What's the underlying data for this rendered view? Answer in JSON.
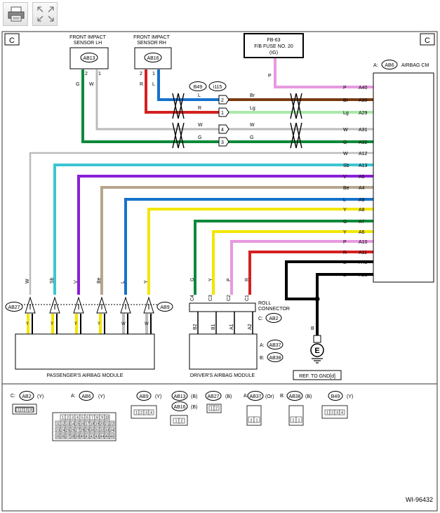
{
  "toolbar": {
    "print_icon": "printer-icon",
    "expand_icon": "expand-icon"
  },
  "corner_left": "C",
  "corner_right": "C",
  "sensor_lh": {
    "line1": "FRONT IMPACT",
    "line2": "SENSOR LH",
    "connector": "AB13"
  },
  "sensor_rh": {
    "line1": "FRONT IMPACT",
    "line2": "SENSOR RH",
    "connector": "AB16"
  },
  "fuse": {
    "line1": "FB-63",
    "line2": "F/B FUSE NO. 20",
    "line3": "(IG)"
  },
  "cm": {
    "prefix": "A:",
    "connector": "AB6",
    "name": "AIRBAG CM"
  },
  "joint": {
    "a": "B49",
    "b": "i115"
  },
  "cm_pins": {
    "A40": {
      "pin": "A40",
      "color": "P"
    },
    "A30": {
      "pin": "A30",
      "color": "Br"
    },
    "A29": {
      "pin": "A29",
      "color": "Lg"
    },
    "A31": {
      "pin": "A31",
      "color": "W"
    },
    "A32": {
      "pin": "A32",
      "color": "G"
    },
    "A12": {
      "pin": "A12",
      "color": "W"
    },
    "A13": {
      "pin": "A13",
      "color": "Sb"
    },
    "A5": {
      "pin": "A5",
      "color": "V"
    },
    "A4": {
      "pin": "A4",
      "color": "Be"
    },
    "A9": {
      "pin": "A9",
      "color": "L"
    },
    "A8": {
      "pin": "A8",
      "color": "Y"
    },
    "A7": {
      "pin": "A7",
      "color": "G"
    },
    "A6": {
      "pin": "A6",
      "color": "Y"
    },
    "A10": {
      "pin": "A10",
      "color": "P"
    },
    "A11": {
      "pin": "A11",
      "color": "R"
    },
    "A43": {
      "pin": "A43",
      "color": "B"
    },
    "A33": {
      "pin": "A33",
      "color": "B"
    }
  },
  "sensor_pins": {
    "lh1": "1",
    "lh2": "2",
    "rh1": "1",
    "rh2": "2",
    "lh_g": "G",
    "lh_w": "W",
    "rh_r": "R",
    "rh_l": "L",
    "fuse_p": "P"
  },
  "joint_labels": {
    "l": "L",
    "r": "R",
    "w": "W",
    "g": "G",
    "br": "Br",
    "lg": "Lg",
    "w2": "W",
    "g2": "G",
    "p1": "2",
    "p2": "1",
    "p3": "4",
    "p4": "3"
  },
  "pass_wire_labels": [
    "W",
    "Sb",
    "V",
    "Be",
    "L",
    "Y"
  ],
  "pass_bottom_labels": [
    "Y",
    "Y",
    "Y",
    "Y",
    "W",
    "W"
  ],
  "pass_module": {
    "name": "PASSENGER'S AIRBAG MODULE",
    "connector_left": "AB27",
    "connector_right": "AB9"
  },
  "drv_wire_labels": [
    "G",
    "Y",
    "P",
    "R"
  ],
  "drv_pin_labels": [
    "C4",
    "C3",
    "C2",
    "C1"
  ],
  "drv_bottom_pins": [
    "B2",
    "B1",
    "A1",
    "A2"
  ],
  "roll": {
    "line1": "ROLL",
    "line2": "CONNECTOR",
    "prefix": "C:",
    "connector": "AB2"
  },
  "drv_module": {
    "name": "DRIVER'S AIRBAG MODULE",
    "prefix_a": "A:",
    "conn_a": "AB37",
    "prefix_b": "B:",
    "conn_b": "AB38"
  },
  "ground": {
    "wire": "B",
    "symbol": "E",
    "ref": "REF. TO GND[d]"
  },
  "legend": {
    "c_ab2": {
      "prefix": "C:",
      "conn": "AB2",
      "color": "(Y)"
    },
    "a_ab6": {
      "prefix": "A:",
      "conn": "AB6",
      "color": "(Y)"
    },
    "ab9": {
      "conn": "AB9",
      "color": "(Y)"
    },
    "ab13": {
      "conn": "AB13",
      "color": "(B)"
    },
    "ab16": {
      "conn": "AB16",
      "color": "(B)"
    },
    "ab27": {
      "conn": "AB27",
      "color": "(B)"
    },
    "a_ab37": {
      "prefix": "A:",
      "conn": "AB37",
      "color": "(Or)"
    },
    "b_ab38": {
      "prefix": "B:",
      "conn": "AB38",
      "color": "(B)"
    },
    "b49": {
      "conn": "B49",
      "color": "(Y)"
    }
  },
  "figure_id": "WI-96432",
  "colors": {
    "pink": "#e699e0",
    "brown": "#7a3b10",
    "lightgreen": "#a9e9a9",
    "white_wire": "#bbbbbb",
    "green": "#0a8a3a",
    "sky": "#3cc6d2",
    "violet": "#8a1fd8",
    "beige": "#b7a58e",
    "blue": "#1672cc",
    "yellow": "#f2e600",
    "red": "#d42020",
    "black": "#000000"
  }
}
